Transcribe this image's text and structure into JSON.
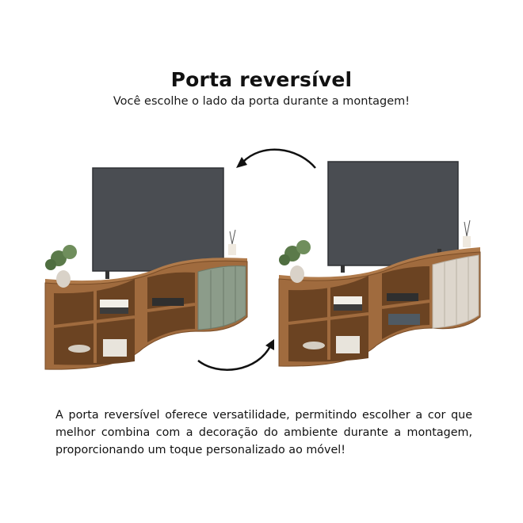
{
  "header": {
    "title": "Porta reversível",
    "subtitle": "Você escolhe o lado da porta durante a montagem!"
  },
  "body_text": "A porta reversível oferece versatilidade, permitindo escolher a cor que melhor combina com a decoração do ambiente durante a montagem,  proporcionando um toque personalizado ao móvel!",
  "colors": {
    "wood": "#a06b3e",
    "wood_dark": "#7a4d27",
    "tv_screen": "#4a4d52",
    "door_green": "#8c9c8a",
    "door_cream": "#ddd6cc",
    "arrow": "#111111"
  },
  "icons": [
    "arrow-curved-left-icon",
    "arrow-curved-right-icon"
  ]
}
